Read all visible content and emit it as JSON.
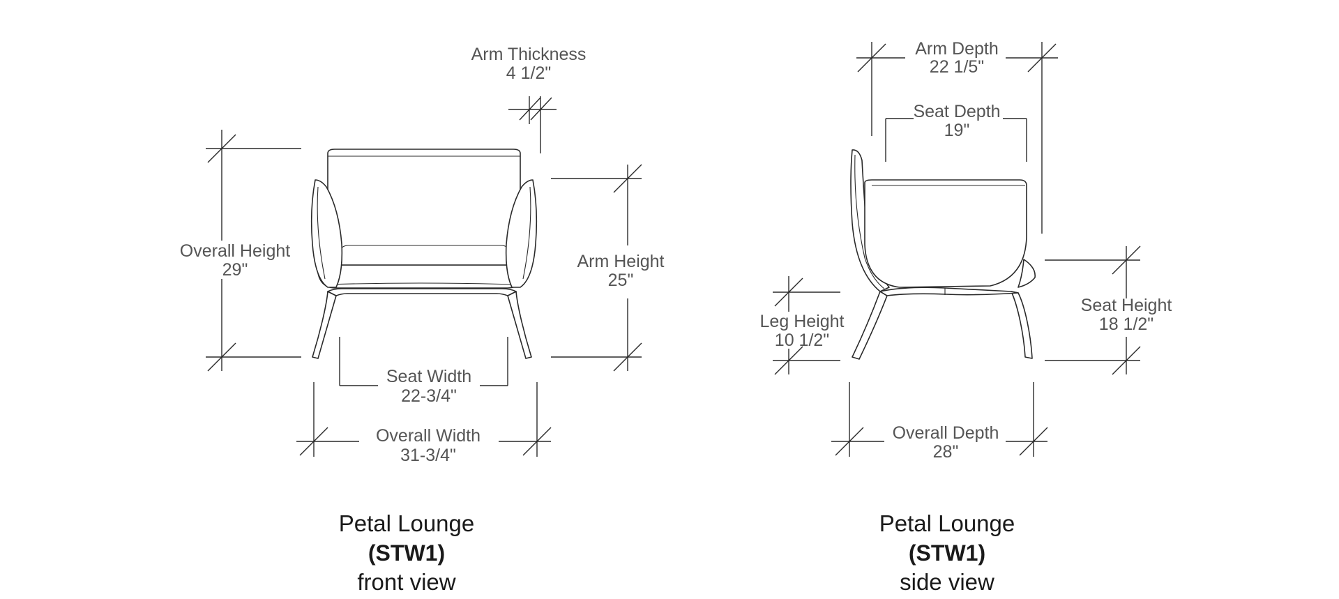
{
  "front_view": {
    "dimensions": {
      "arm_thickness": {
        "label": "Arm Thickness",
        "value": "4 1/2\""
      },
      "overall_height": {
        "label": "Overall Height",
        "value": "29\""
      },
      "arm_height": {
        "label": "Arm Height",
        "value": "25\""
      },
      "seat_width": {
        "label": "Seat Width",
        "value": "22-3/4\""
      },
      "overall_width": {
        "label": "Overall Width",
        "value": "31-3/4\""
      }
    },
    "caption": {
      "name": "Petal Lounge",
      "code": "(STW1)",
      "view": "front view"
    }
  },
  "side_view": {
    "dimensions": {
      "arm_depth": {
        "label": "Arm Depth",
        "value": "22 1/5\""
      },
      "seat_depth": {
        "label": "Seat Depth",
        "value": "19\""
      },
      "leg_height": {
        "label": "Leg Height",
        "value": "10 1/2\""
      },
      "seat_height": {
        "label": "Seat Height",
        "value": "18 1/2\""
      },
      "overall_depth": {
        "label": "Overall Depth",
        "value": "28\""
      }
    },
    "caption": {
      "name": "Petal Lounge",
      "code": "(STW1)",
      "view": "side view"
    }
  }
}
